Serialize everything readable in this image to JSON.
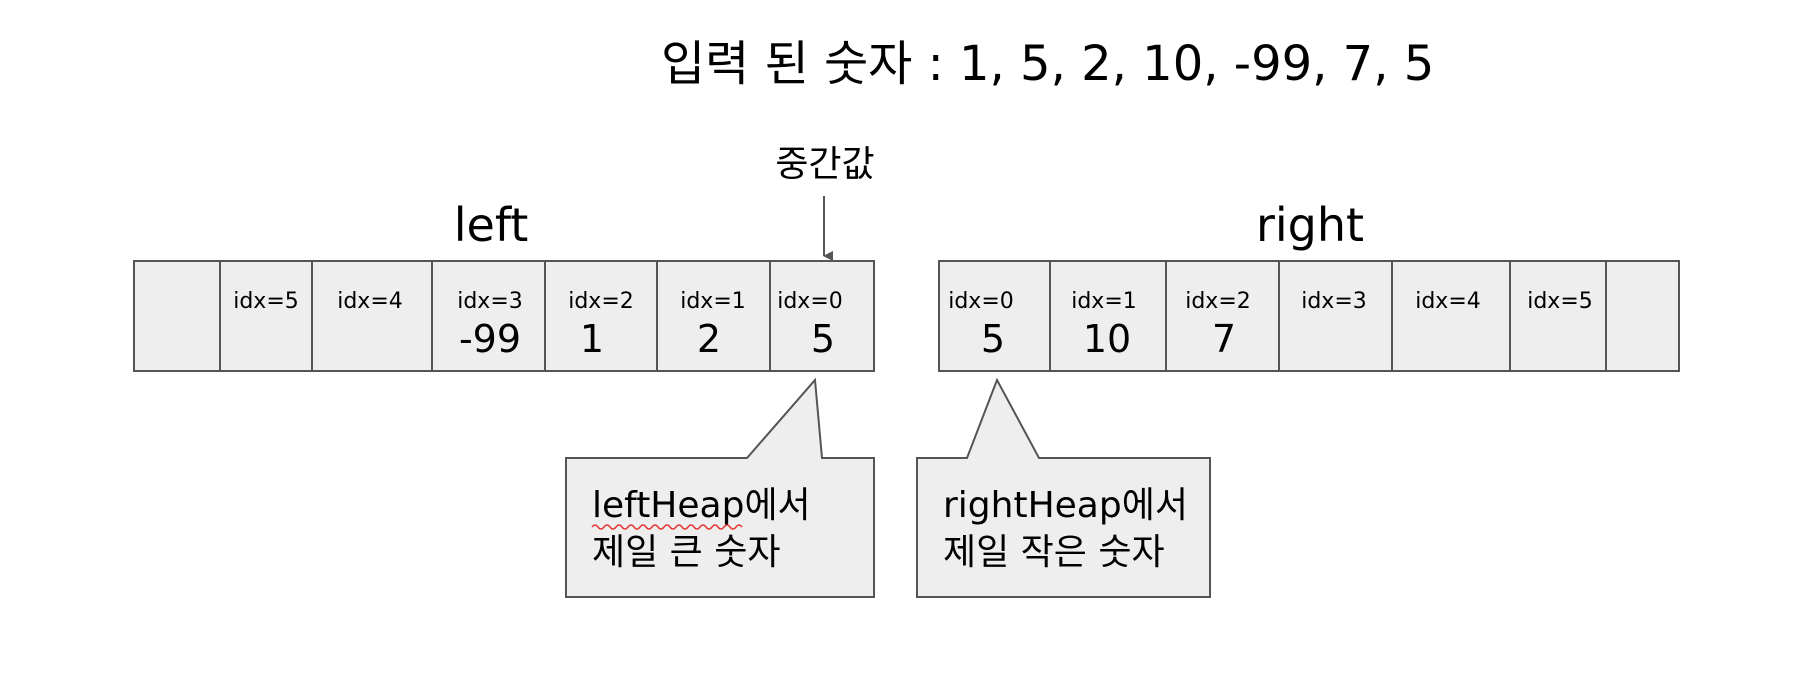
{
  "title": "입력 된 숫자 : 1, 5, 2, 10, -99, 7, 5",
  "median_label": "중간값",
  "colors": {
    "cell_fill": "#eeeeee",
    "stroke": "#555555",
    "text": "#000000",
    "spellcheck": "#e53935"
  },
  "left_heap": {
    "label": "left",
    "cells": [
      {
        "idx": "",
        "value": ""
      },
      {
        "idx": "idx=5",
        "value": ""
      },
      {
        "idx": "idx=4",
        "value": ""
      },
      {
        "idx": "idx=3",
        "value": "-99"
      },
      {
        "idx": "idx=2",
        "value": "1"
      },
      {
        "idx": "idx=1",
        "value": "2"
      },
      {
        "idx": "idx=0",
        "value": "5"
      }
    ]
  },
  "right_heap": {
    "label": "right",
    "cells": [
      {
        "idx": "idx=0",
        "value": "5"
      },
      {
        "idx": "idx=1",
        "value": "10"
      },
      {
        "idx": "idx=2",
        "value": "7"
      },
      {
        "idx": "idx=3",
        "value": ""
      },
      {
        "idx": "idx=4",
        "value": ""
      },
      {
        "idx": "idx=5",
        "value": ""
      },
      {
        "idx": "",
        "value": ""
      }
    ]
  },
  "callouts": {
    "left": {
      "line1": "leftHeap에서",
      "line2": "제일 큰 숫자"
    },
    "right": {
      "line1": "rightHeap에서",
      "line2": "제일 작은 숫자"
    }
  }
}
